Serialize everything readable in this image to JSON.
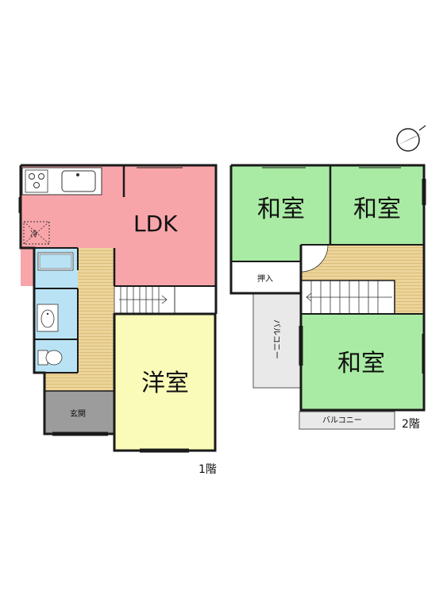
{
  "floor1": {
    "label": "1階",
    "rooms": {
      "ldk": "LDK",
      "youshitsu": "洋室",
      "genkan": "玄関",
      "fridge": "冷"
    }
  },
  "floor2": {
    "label": "2階",
    "rooms": {
      "washitsu_left": "和室",
      "washitsu_right": "和室",
      "washitsu_bottom": "和室",
      "oshiire": "押入",
      "balcony_side": "バルコニー",
      "balcony_bottom": "バルコニー"
    }
  },
  "colors": {
    "ldk": "#f8a5aa",
    "youshitsu": "#fbfbb9",
    "washitsu": "#a9eba4",
    "bath": "#b9e3f5",
    "wood": "#ecd49a",
    "genkan": "#9c9c9c",
    "balcony": "#e9e9e9"
  },
  "icons": {
    "compass": "compass-icon",
    "stove": "stove-icon",
    "sink": "kitchen-sink-icon",
    "toilet": "toilet-icon",
    "washbasin": "washbasin-icon"
  }
}
